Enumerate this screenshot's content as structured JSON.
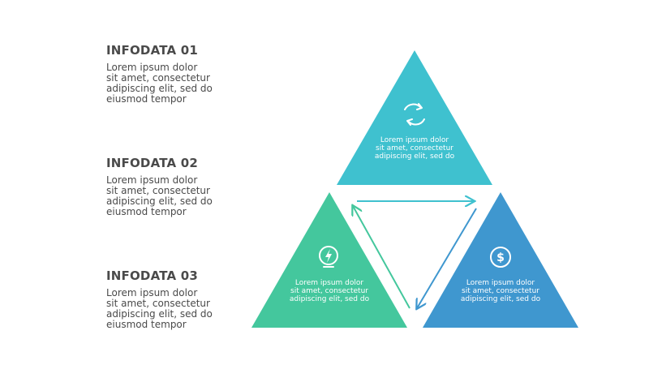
{
  "blocks": [
    {
      "title": "INFODATA 01",
      "lines": [
        "Lorem ipsum dolor",
        "sit amet, consectetur",
        "adipiscing elit, sed do",
        "eiusmod tempor"
      ]
    },
    {
      "title": "INFODATA 02",
      "lines": [
        "Lorem ipsum dolor",
        "sit amet, consectetur",
        "adipiscing elit, sed do",
        "eiusmod tempor"
      ]
    },
    {
      "title": "INFODATA 03",
      "lines": [
        "Lorem ipsum dolor",
        "sit amet, consectetur",
        "adipiscing elit, sed do",
        "eiusmod tempor"
      ]
    }
  ],
  "triangles": {
    "top": {
      "icon": "refresh-cycle-icon",
      "color": "#3fc1cf",
      "lines": [
        "Lorem ipsum dolor",
        "sit amet, consectetur",
        "adipiscing elit, sed do"
      ]
    },
    "left": {
      "icon": "lightbulb-bolt-icon",
      "color": "#44c79d",
      "lines": [
        "Lorem ipsum dolor",
        "sit amet, consectetur",
        "adipiscing elit, sed do"
      ]
    },
    "right": {
      "icon": "dollar-coin-icon",
      "color": "#3f97cf",
      "lines": [
        "Lorem ipsum dolor",
        "sit amet, consectetur",
        "adipiscing elit, sed do"
      ]
    }
  },
  "arrow_colors": {
    "top": "#3fc1cf",
    "left": "#44c79d",
    "right": "#3f97cf"
  },
  "text_color": "#4a4a4a"
}
